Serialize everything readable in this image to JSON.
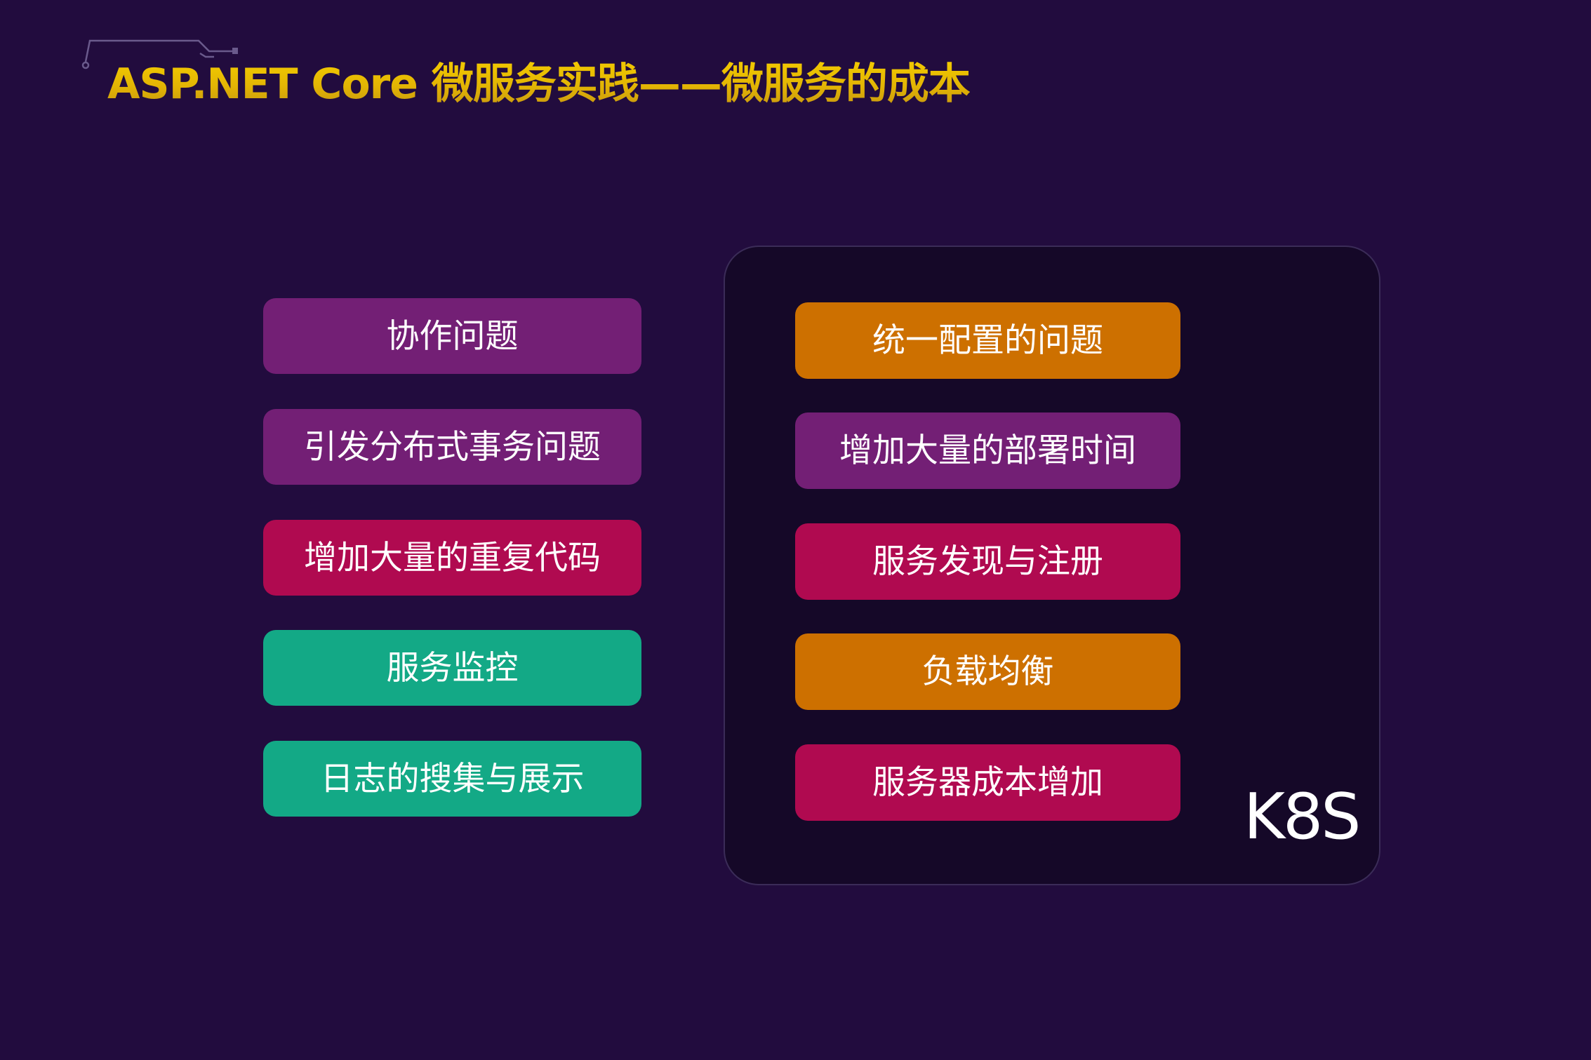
{
  "slide": {
    "title": "ASP.NET Core 微服务实践——微服务的成本",
    "background_color": "#220c3e",
    "title_gradient": [
      "#f4cc00",
      "#c39312"
    ]
  },
  "left_items": [
    {
      "label": "协作问题",
      "color": "#731f75"
    },
    {
      "label": "引发分布式事务问题",
      "color": "#731f75"
    },
    {
      "label": "增加大量的重复代码",
      "color": "#b00a50"
    },
    {
      "label": "服务监控",
      "color": "#13a986"
    },
    {
      "label": "日志的搜集与展示",
      "color": "#13a986"
    }
  ],
  "k8s_panel": {
    "label": "K8S",
    "background_color": "#150828",
    "items": [
      {
        "label": "统一配置的问题",
        "color": "#cd7000"
      },
      {
        "label": "增加大量的部署时间",
        "color": "#731f75"
      },
      {
        "label": "服务发现与注册",
        "color": "#b00a50"
      },
      {
        "label": "负载均衡",
        "color": "#cd7000"
      },
      {
        "label": "服务器成本增加",
        "color": "#b00a50"
      }
    ]
  },
  "icons": {
    "circuit_decoration": "circuit-line-icon"
  }
}
